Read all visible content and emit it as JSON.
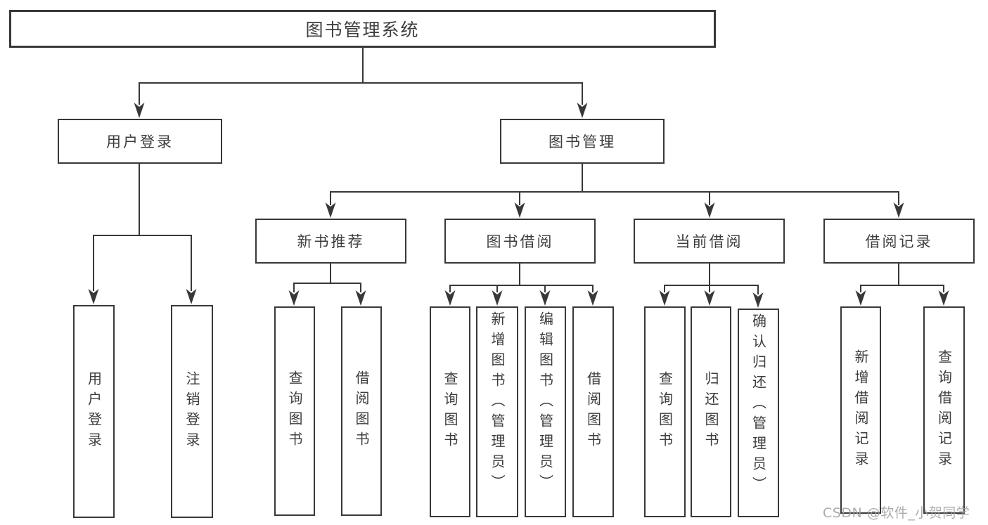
{
  "diagram": {
    "root": {
      "label": "图书管理系统"
    },
    "level2": [
      {
        "label": "用户登录"
      },
      {
        "label": "图书管理"
      }
    ],
    "level3": [
      {
        "label": "新书推荐"
      },
      {
        "label": "图书借阅"
      },
      {
        "label": "当前借阅"
      },
      {
        "label": "借阅记录"
      }
    ],
    "leaves": {
      "user_login": [
        "用户登录",
        "注销登录"
      ],
      "new_books": [
        "查询图书",
        "借阅图书"
      ],
      "book_borrow": [
        "查询图书",
        "新增图书（管理员）",
        "编辑图书（管理员）",
        "借阅图书"
      ],
      "current_borrow": [
        "查询图书",
        "归还图书",
        "确认归还（管理员）"
      ],
      "borrow_records": [
        "新增借阅记录",
        "查询借阅记录"
      ]
    }
  },
  "watermark": {
    "text": "CSDN @软件_小贺同学"
  },
  "colors": {
    "line": "#383838",
    "text": "#3d3d3d",
    "watermark": "#9e9e9e",
    "background": "#ffffff"
  }
}
